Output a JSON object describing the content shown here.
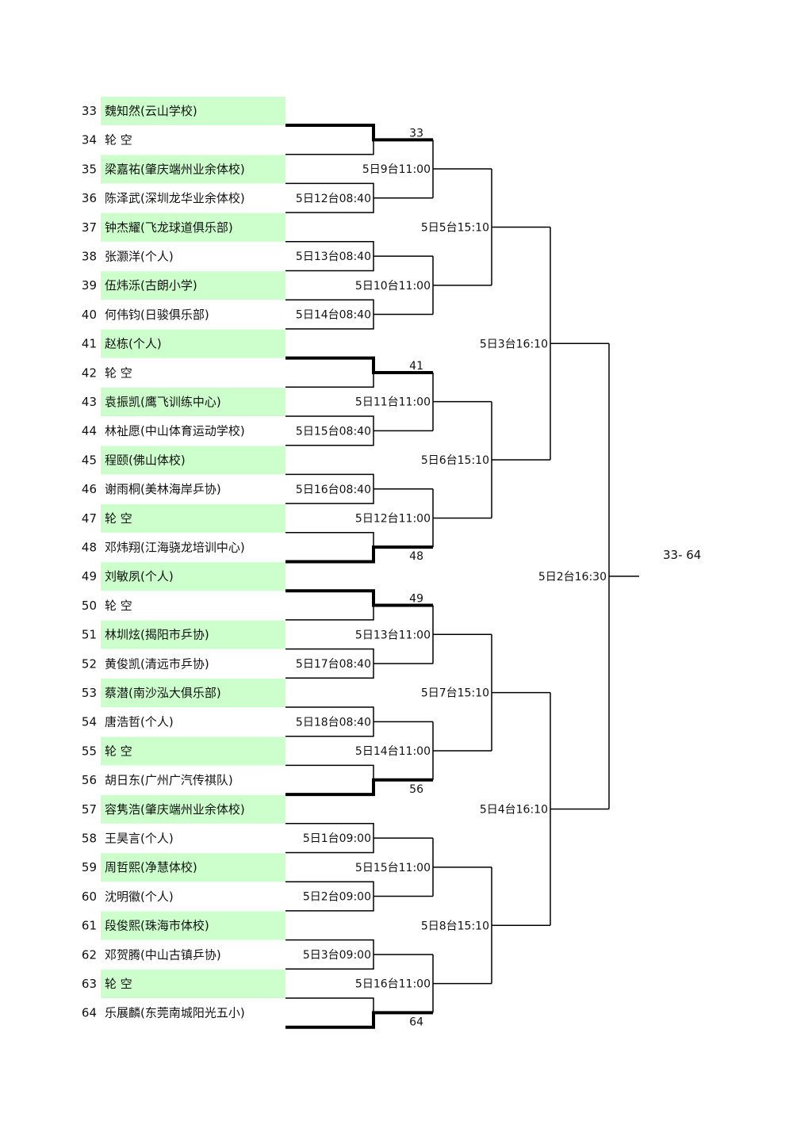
{
  "players": [
    {
      "num": "33",
      "name": "魏知然(云山学校)"
    },
    {
      "num": "34",
      "name": "轮  空"
    },
    {
      "num": "35",
      "name": "梁嘉祐(肇庆端州业余体校)"
    },
    {
      "num": "36",
      "name": "陈泽武(深圳龙华业余体校)"
    },
    {
      "num": "37",
      "name": "钟杰耀(飞龙球道俱乐部)"
    },
    {
      "num": "38",
      "name": "张灏洋(个人)"
    },
    {
      "num": "39",
      "name": "伍炜泺(古朗小学)"
    },
    {
      "num": "40",
      "name": "何伟钧(日骏俱乐部)"
    },
    {
      "num": "41",
      "name": "赵栋(个人)"
    },
    {
      "num": "42",
      "name": "轮  空"
    },
    {
      "num": "43",
      "name": "袁振凯(鹰飞训练中心)"
    },
    {
      "num": "44",
      "name": "林祉愿(中山体育运动学校)"
    },
    {
      "num": "45",
      "name": "程颐(佛山体校)"
    },
    {
      "num": "46",
      "name": "谢雨桐(美林海岸乒协)"
    },
    {
      "num": "47",
      "name": "轮  空"
    },
    {
      "num": "48",
      "name": "邓炜翔(江海骁龙培训中心)"
    },
    {
      "num": "49",
      "name": "刘敏夙(个人)"
    },
    {
      "num": "50",
      "name": "轮  空"
    },
    {
      "num": "51",
      "name": "林圳炫(揭阳市乒协)"
    },
    {
      "num": "52",
      "name": "黄俊凯(清远市乒协)"
    },
    {
      "num": "53",
      "name": "蔡潜(南沙泓大俱乐部)"
    },
    {
      "num": "54",
      "name": "唐浩哲(个人)"
    },
    {
      "num": "55",
      "name": "轮  空"
    },
    {
      "num": "56",
      "name": "胡日东(广州广汽传祺队)"
    },
    {
      "num": "57",
      "name": "容隽浩(肇庆端州业余体校)"
    },
    {
      "num": "58",
      "name": "王昊言(个人)"
    },
    {
      "num": "59",
      "name": "周哲熙(净慧体校)"
    },
    {
      "num": "60",
      "name": "沈明徽(个人)"
    },
    {
      "num": "61",
      "name": "段俊熙(珠海市体校)"
    },
    {
      "num": "62",
      "name": "邓贺腾(中山古镇乒协)"
    },
    {
      "num": "63",
      "name": "轮  空"
    },
    {
      "num": "64",
      "name": "乐展麟(东莞南城阳光五小)"
    }
  ],
  "round1": [
    {
      "winner_top": true,
      "label": "33"
    },
    {
      "label": "5日12台08:40"
    },
    {
      "label": "5日13台08:40"
    },
    {
      "label": "5日14台08:40"
    },
    {
      "winner_top": true,
      "label": "41"
    },
    {
      "label": "5日15台08:40"
    },
    {
      "label": "5日16台08:40"
    },
    {
      "winner_top": false,
      "label": "48"
    },
    {
      "winner_top": true,
      "label": "49"
    },
    {
      "label": "5日17台08:40"
    },
    {
      "label": "5日18台08:40"
    },
    {
      "winner_top": false,
      "label": "56"
    },
    {
      "label": "5日1台09:00"
    },
    {
      "label": "5日2台09:00"
    },
    {
      "label": "5日3台09:00"
    },
    {
      "winner_top": false,
      "label": "64"
    }
  ],
  "round2": [
    "5日9台11:00",
    "5日10台11:00",
    "5日11台11:00",
    "5日12台11:00",
    "5日13台11:00",
    "5日14台11:00",
    "5日15台11:00",
    "5日16台11:00"
  ],
  "round3": [
    "5日5台15:10",
    "5日6台15:10",
    "5日7台15:10",
    "5日8台15:10"
  ],
  "round4": [
    "5日3台16:10",
    "5日4台16:10"
  ],
  "round5": [
    "5日2台16:30"
  ],
  "range_label": "33- 64"
}
